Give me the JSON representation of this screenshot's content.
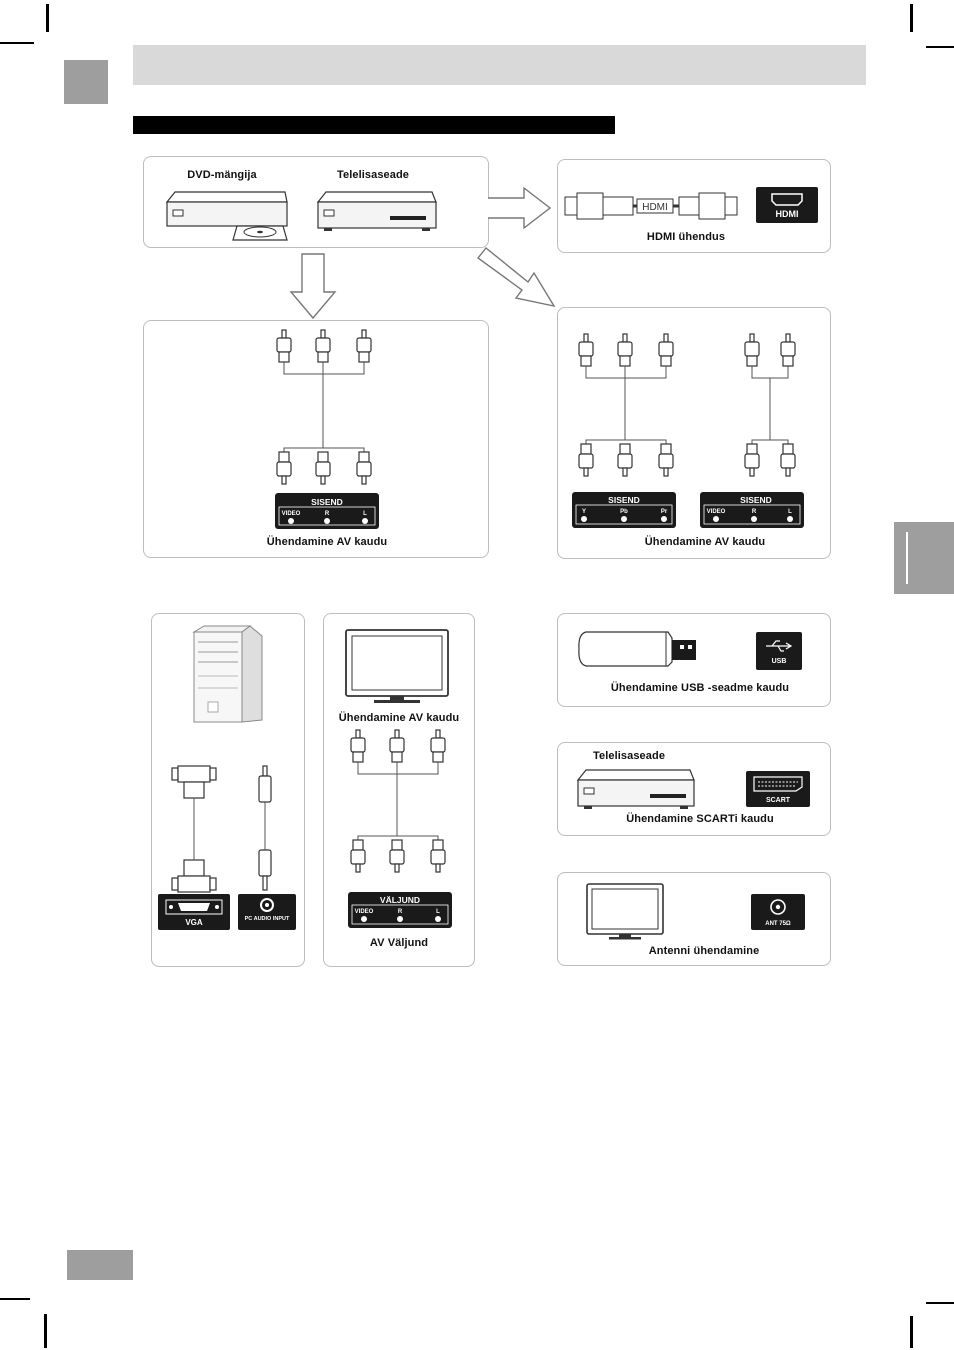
{
  "labels": {
    "dvd_player": "DVD-mängija",
    "set_top_box": "Telelisaseade",
    "hdmi_connection": "HDMI ühendus",
    "hdmi_cable": "HDMI",
    "hdmi_port": "HDMI",
    "av_connection_left": "Ühendamine AV kaudu",
    "av_connection_right": "Ühendamine AV kaudu",
    "av_connection_tv": "Ühendamine AV kaudu",
    "input_left": "SISEND",
    "input_ypbpr": "SISEND",
    "input_av": "SISEND",
    "video": "VIDEO",
    "r": "R",
    "l": "L",
    "y": "Y",
    "pb": "Pb",
    "pr": "Pr",
    "vga_port": "VGA",
    "pc_audio_port": "PC AUDIO INPUT",
    "output": "VÄLJUND",
    "av_output": "AV Väljund",
    "usb_connection": "Ühendamine USB -seadme kaudu",
    "usb_port": "USB",
    "set_top_box_scart": "Telelisaseade",
    "scart_connection": "Ühendamine SCARTi kaudu",
    "scart_port": "SCART",
    "antenna_connection": "Antenni ühendamine",
    "antenna_port": "ANT 75Ω"
  },
  "colors": {
    "header_bar": "#d9d9d9",
    "side_tab": "#9e9e9e",
    "page_tab": "#9e9e9e",
    "title_bar": "#000000",
    "panel_border": "#bdbdbd",
    "port_fill": "#1a1a1a"
  }
}
